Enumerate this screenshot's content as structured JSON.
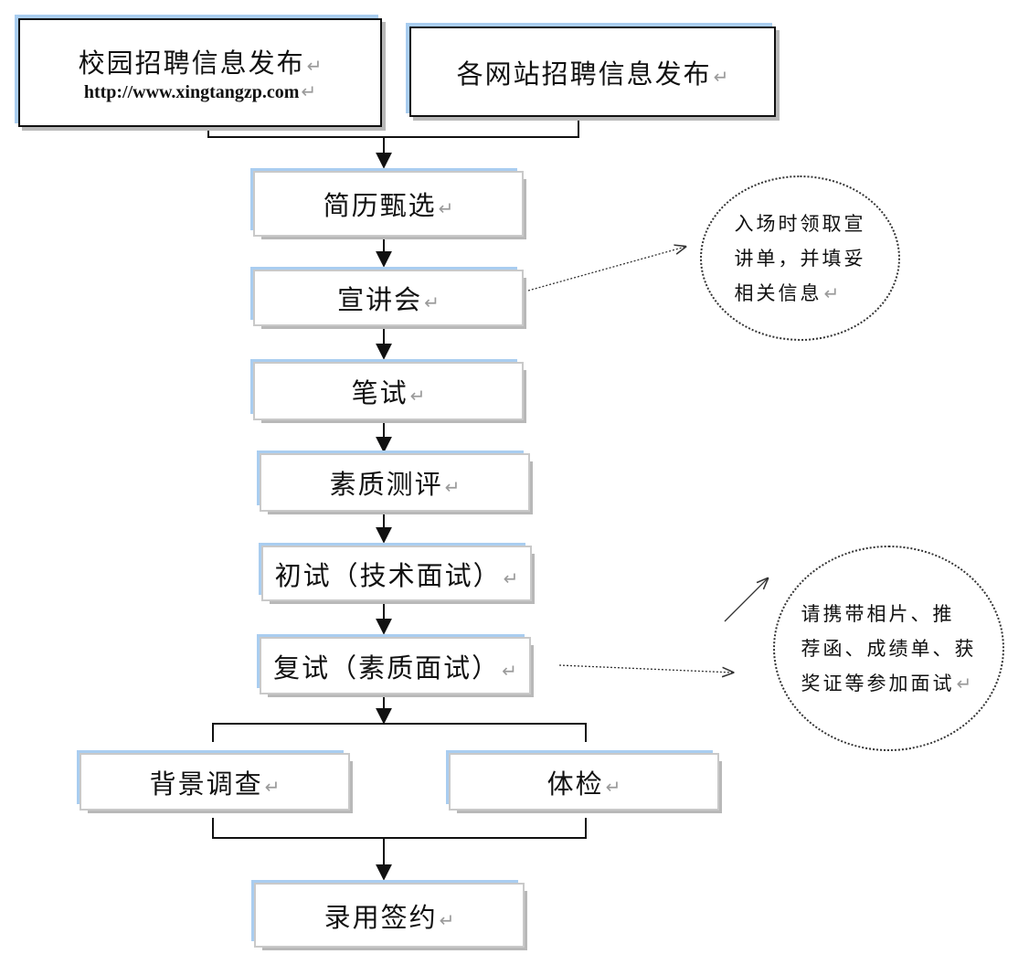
{
  "return_mark": "↵",
  "nodes": {
    "campus": {
      "label": "校园招聘信息发布",
      "url": "http://www.xingtangzp.com"
    },
    "websites": {
      "label": "各网站招聘信息发布"
    },
    "resume": {
      "label": "简历甄选"
    },
    "seminar": {
      "label": "宣讲会"
    },
    "written": {
      "label": "笔试"
    },
    "assessment": {
      "label": "素质测评"
    },
    "first_interview": {
      "label": "初试（技术面试）"
    },
    "second_interview": {
      "label": "复试（素质面试）"
    },
    "background": {
      "label": "背景调查"
    },
    "medical": {
      "label": "体检"
    },
    "hire": {
      "label": "录用签约"
    }
  },
  "notes": {
    "seminar_note": "入场时领取宣\n讲单，并填妥\n相关信息",
    "interview_note": "请携带相片、推\n荐函、成绩单、获\n奖证等参加面试"
  }
}
